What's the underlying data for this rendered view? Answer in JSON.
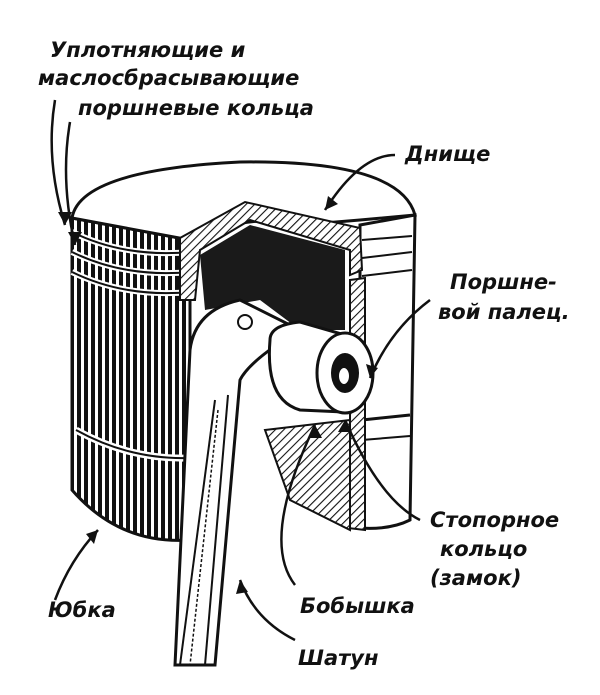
{
  "labels": {
    "rings": [
      "Уплотняющие и",
      "маслосбрасывающие",
      "поршневые кольца"
    ],
    "crown": "Днище",
    "pin": [
      "Поршне-",
      "вой палец."
    ],
    "circlip": [
      "Стопорное",
      "кольцо",
      "(замок)"
    ],
    "boss": "Бобышка",
    "skirt": "Юбка",
    "rod": "Шатун"
  }
}
